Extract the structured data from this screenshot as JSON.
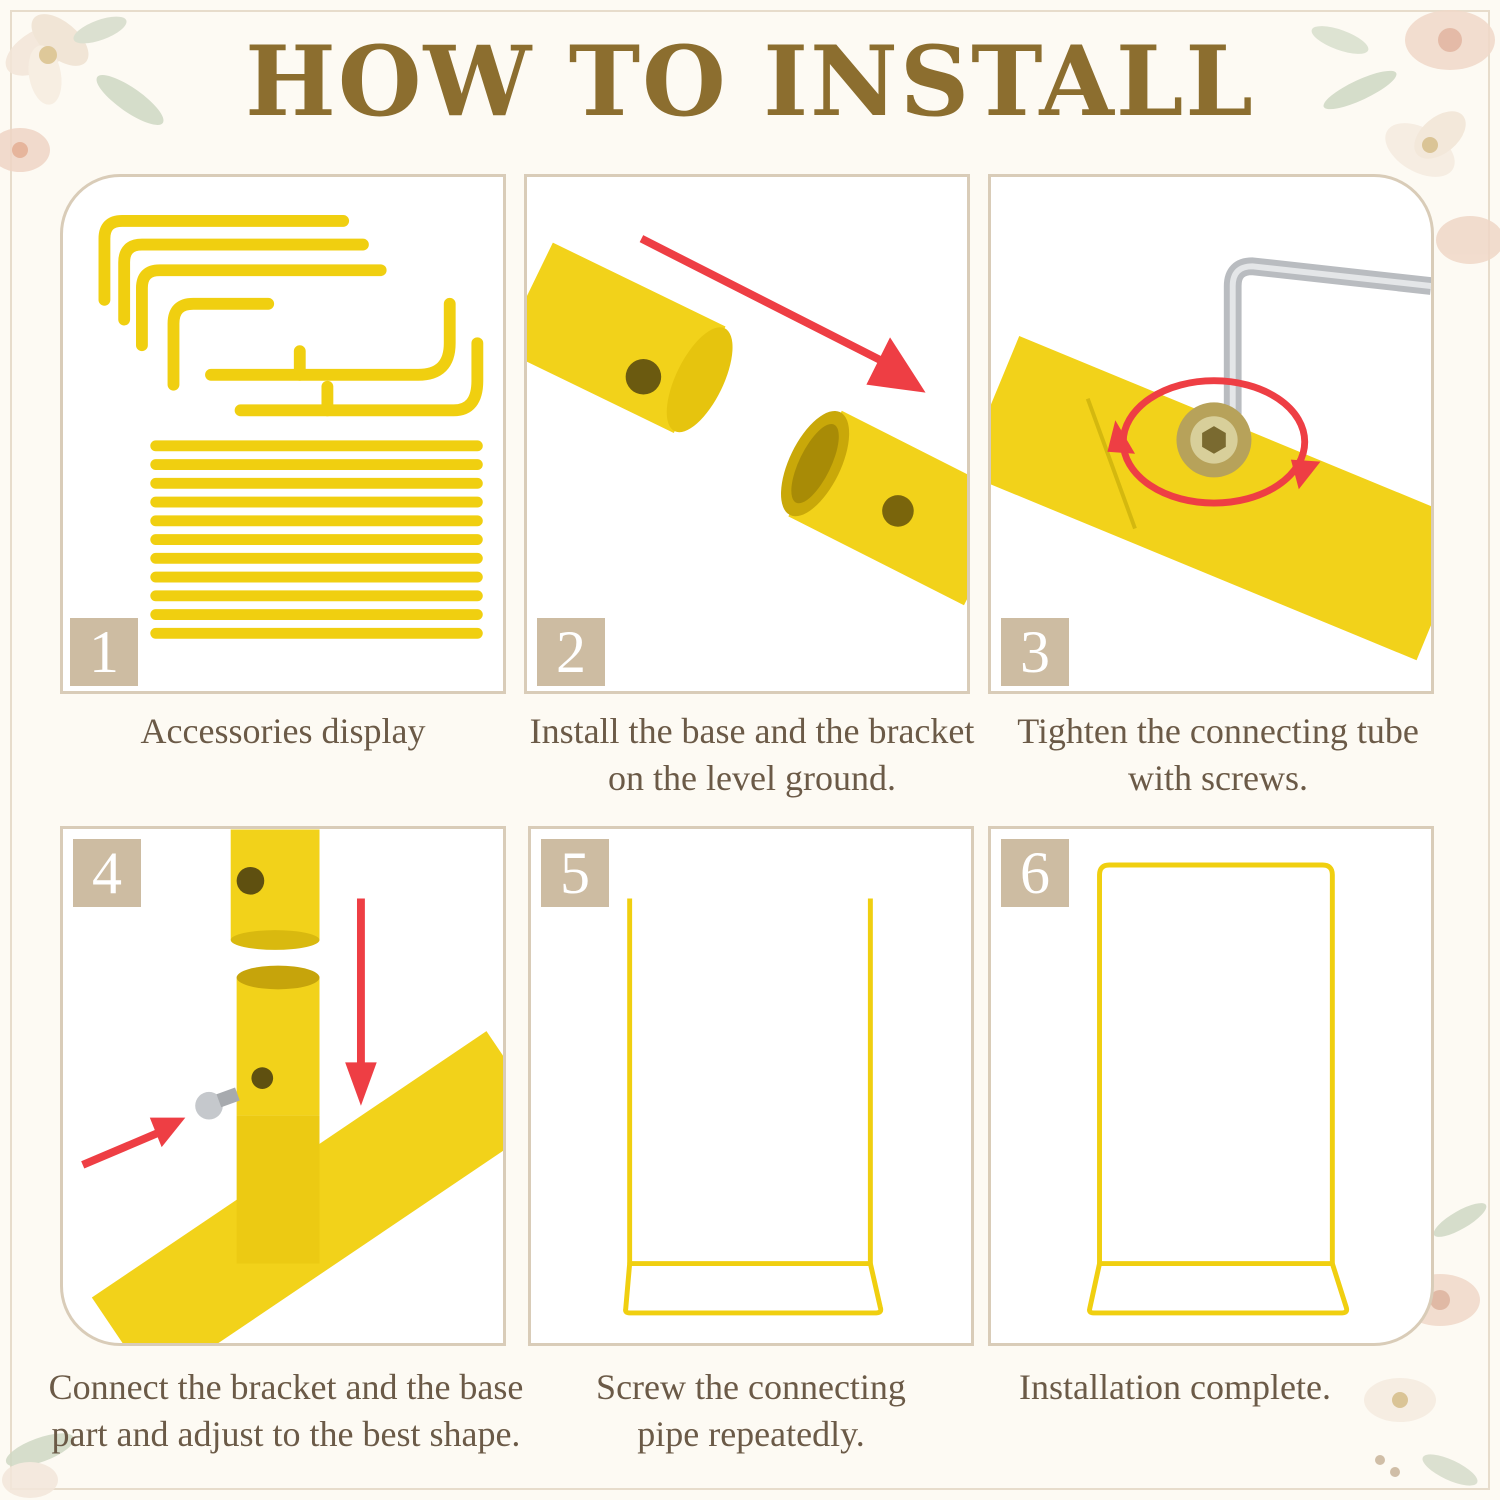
{
  "page": {
    "title": "HOW TO INSTALL",
    "title_color": "#8c6e2f",
    "accent_yellow": "#f2d21a",
    "arrow_red": "#ee3e44"
  },
  "steps": [
    {
      "number": "1",
      "caption_lines": [
        "Accessories display"
      ]
    },
    {
      "number": "2",
      "caption_lines": [
        "Install the base and the bracket",
        "on the level ground."
      ]
    },
    {
      "number": "3",
      "caption_lines": [
        "Tighten the connecting tube",
        "with screws."
      ]
    },
    {
      "number": "4",
      "caption_lines": [
        "Connect the bracket and the base",
        "part and adjust to the best shape."
      ]
    },
    {
      "number": "5",
      "caption_lines": [
        "Screw the connecting",
        "pipe repeatedly."
      ]
    },
    {
      "number": "6",
      "caption_lines": [
        "Installation complete."
      ]
    }
  ],
  "icons": {
    "corner_decoration": "flower-icon",
    "arrow": "arrow-icon",
    "hex_key": "hex-key-icon",
    "screw": "screw-icon"
  }
}
